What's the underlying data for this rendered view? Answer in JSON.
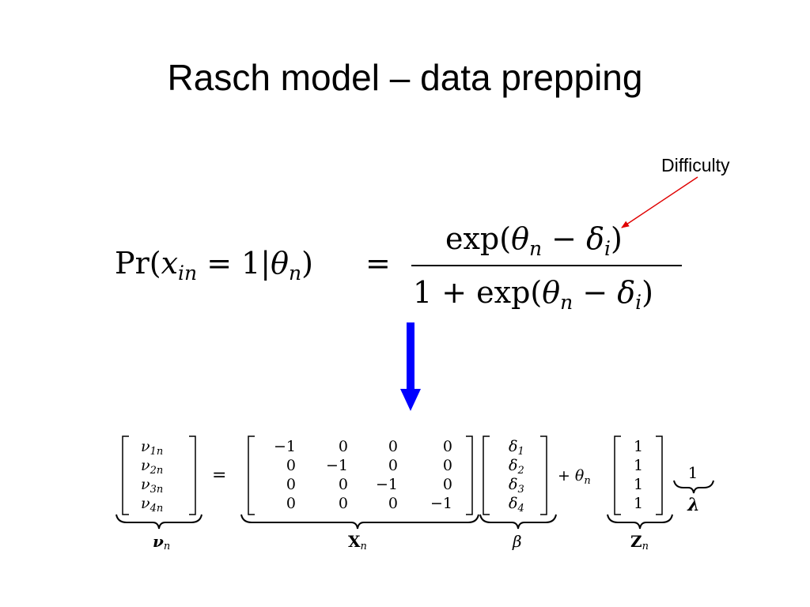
{
  "slide": {
    "title": "Rasch model – data prepping",
    "annotation": "Difficulty"
  },
  "colors": {
    "arrow_down": "#0000ff",
    "annotation_arrow": "#e00000"
  },
  "equation1": {
    "lhs": {
      "pr": "Pr",
      "open": "(",
      "x": "x",
      "x_sub": "in",
      "eq_one_bar": " = 1|",
      "theta": "θ",
      "theta_sub": "n",
      "close": ")",
      "equals": "="
    },
    "numerator": {
      "exp": "exp(",
      "theta": "θ",
      "theta_sub": "n",
      "minus": " − ",
      "delta": "δ",
      "delta_sub": "i",
      "close": ")"
    },
    "denominator": {
      "one_plus": "1 + exp(",
      "theta": "θ",
      "theta_sub": "n",
      "minus": " − ",
      "delta": "δ",
      "delta_sub": "i",
      "close": ")"
    }
  },
  "equation2": {
    "nu": [
      {
        "sym": "ν",
        "sub": "1n"
      },
      {
        "sym": "ν",
        "sub": "2n"
      },
      {
        "sym": "ν",
        "sub": "3n"
      },
      {
        "sym": "ν",
        "sub": "4n"
      }
    ],
    "equals": "=",
    "X_rows": [
      [
        "−1",
        "0",
        "0",
        "0"
      ],
      [
        "0",
        "−1",
        "0",
        "0"
      ],
      [
        "0",
        "0",
        "−1",
        "0"
      ],
      [
        "0",
        "0",
        "0",
        "−1"
      ]
    ],
    "delta": [
      {
        "sym": "δ",
        "sub": "1"
      },
      {
        "sym": "δ",
        "sub": "2"
      },
      {
        "sym": "δ",
        "sub": "3"
      },
      {
        "sym": "δ",
        "sub": "4"
      }
    ],
    "plus": "+",
    "theta": "θ",
    "theta_sub": "n",
    "ones": [
      "1",
      "1",
      "1",
      "1"
    ],
    "lambda_num": "1",
    "labels": {
      "nu": "ν",
      "nu_sub": "n",
      "X": "X",
      "X_sub": "n",
      "beta": "β",
      "Z": "Z",
      "Z_sub": "n",
      "lambda": "λ"
    }
  }
}
